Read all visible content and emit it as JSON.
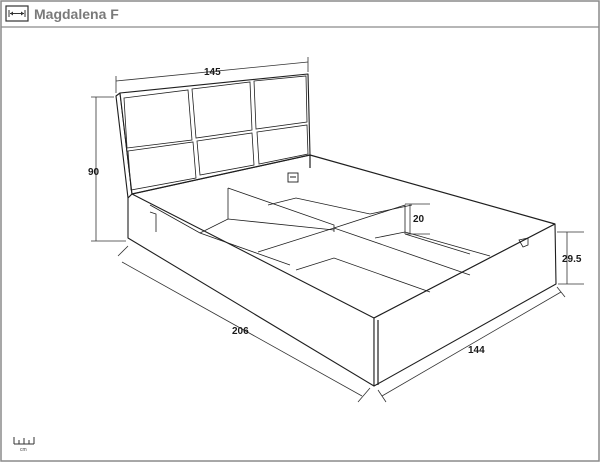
{
  "header": {
    "title": "Magdalena F",
    "icon": "width-arrows-icon"
  },
  "dimensions": {
    "headboard_width": "145",
    "headboard_height": "90",
    "bed_length": "206",
    "bed_width": "144",
    "frame_height": "29.5",
    "divider_height": "20"
  },
  "footer": {
    "scale_unit": "cm",
    "icon": "ruler-icon"
  }
}
